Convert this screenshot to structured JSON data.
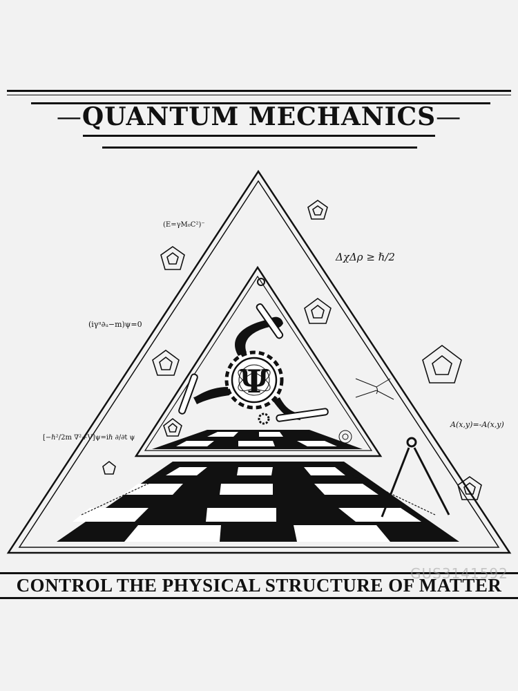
{
  "title": "QUANTUM  MECHANICS",
  "tagline": "CONTROL THE PHYSICAL STRUCTURE OF MATTER",
  "watermark": "GUS3141592",
  "equations": {
    "mass_energy": "(E=γM₀C²)⁻",
    "uncertainty": "ΔχΔρ ≥ ℏ/2",
    "dirac": "(iγᵘ∂ᵤ−m)ψ=0",
    "schrodinger": "[−ℏ²/2m ∇²+V]ψ=iℏ ∂/∂t ψ",
    "antisymmetry": "A(x,y)=-A(x,y)"
  },
  "center_symbol": "Ψ",
  "colors": {
    "ink": "#111111",
    "paper": "#f2f2f2"
  }
}
